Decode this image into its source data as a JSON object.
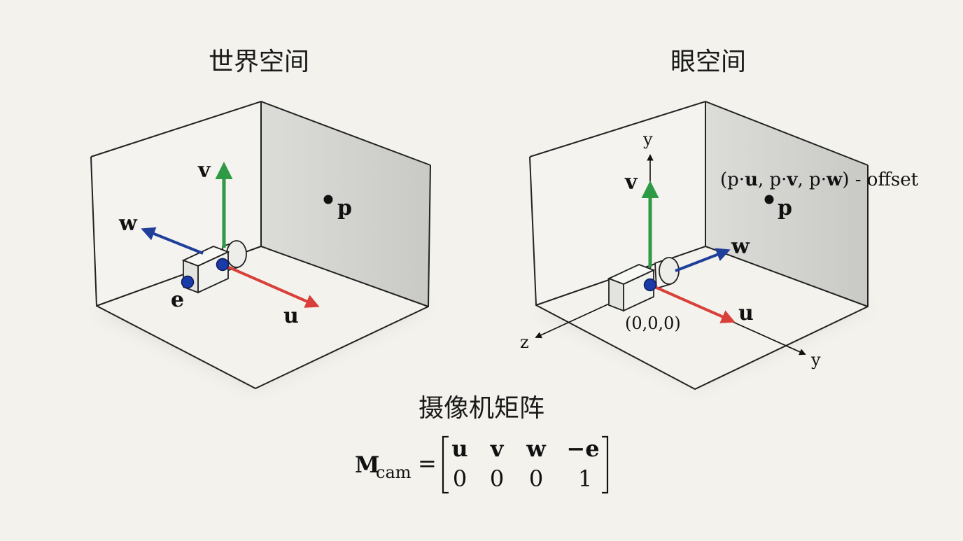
{
  "titles": {
    "world": "世界空间",
    "eye": "眼空间",
    "matrix": "摄像机矩阵"
  },
  "world_space": {
    "labels": {
      "v": "v",
      "w": "w",
      "u": "u",
      "e": "e",
      "p": "p"
    }
  },
  "eye_space": {
    "labels": {
      "v": "v",
      "w": "w",
      "u": "u",
      "p": "p"
    },
    "axes": {
      "y_top": "y",
      "y_right": "y",
      "z": "z"
    },
    "origin": "(0,0,0)",
    "annotation": {
      "open": "(p·",
      "u": "u",
      "mid1": ", p·",
      "v": "v",
      "mid2": ", p·",
      "w": "w",
      "close": ") - offset"
    }
  },
  "matrix": {
    "M": "M",
    "sub": "cam",
    "eq": "=",
    "row1": [
      "u",
      "v",
      "w",
      "−e"
    ],
    "row2": [
      "0",
      "0",
      "0",
      "1"
    ]
  },
  "colors": {
    "background": "#f3f2ec",
    "u_arrow": "#d9403a",
    "v_arrow": "#2e9a46",
    "w_arrow": "#1f3f9a",
    "camera_dot": "#1a3aa8",
    "wall": "#d2d2cf"
  }
}
